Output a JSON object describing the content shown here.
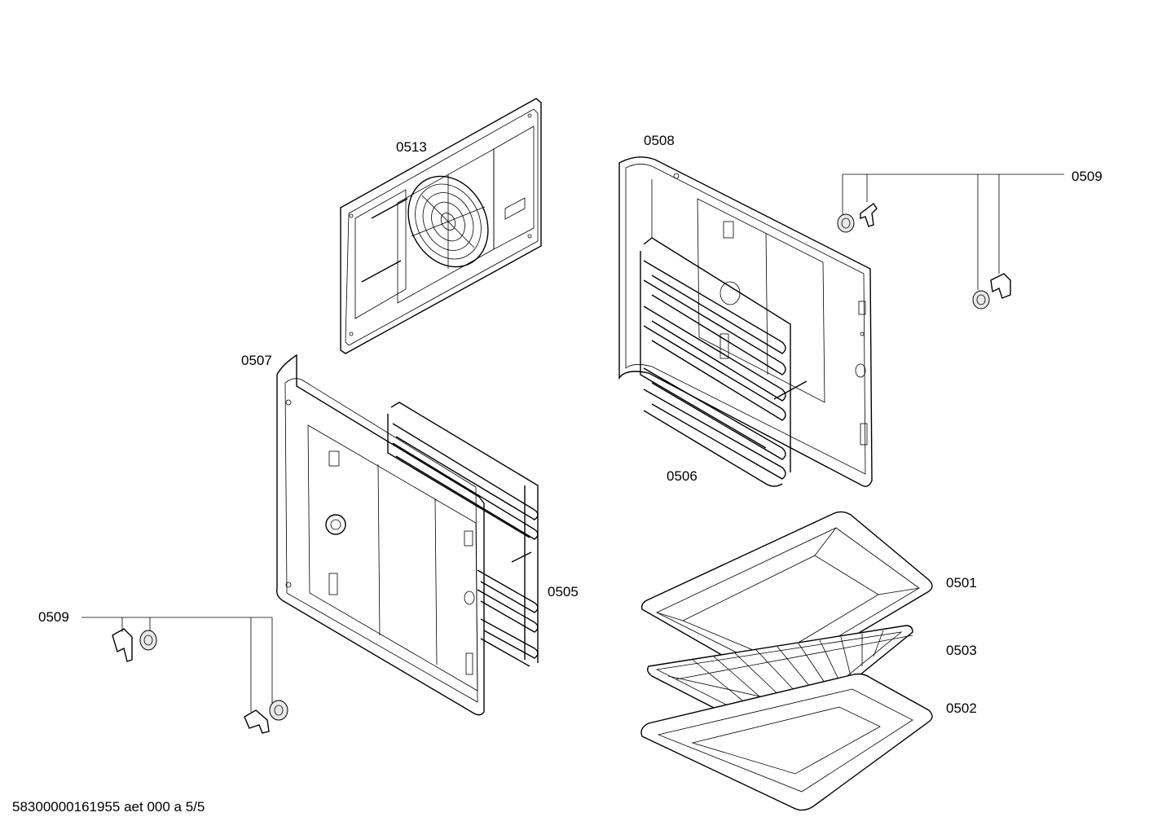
{
  "parts": {
    "p0513": "0513",
    "p0508": "0508",
    "p0509_right": "0509",
    "p0507": "0507",
    "p0506": "0506",
    "p0505": "0505",
    "p0509_left": "0509",
    "p0501": "0501",
    "p0503": "0503",
    "p0502": "0502"
  },
  "footer": {
    "doc_id": "58300000161955 aet 000 a 5/5"
  }
}
